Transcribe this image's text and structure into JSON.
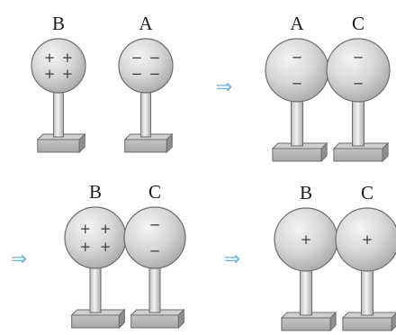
{
  "panels": [
    {
      "spheres": [
        {
          "label": "B",
          "charges": [
            "+",
            "+",
            "+",
            "+"
          ]
        },
        {
          "label": "A",
          "charges": [
            "−",
            "−",
            "−",
            "−"
          ]
        }
      ]
    },
    {
      "spheres": [
        {
          "label": "A",
          "charges": [
            "−",
            "−"
          ]
        },
        {
          "label": "C",
          "charges": [
            "−",
            "−"
          ]
        }
      ]
    },
    {
      "spheres": [
        {
          "label": "B",
          "charges": [
            "+",
            "+",
            "+",
            "+"
          ]
        },
        {
          "label": "C",
          "charges": [
            "−",
            "−"
          ]
        }
      ]
    },
    {
      "spheres": [
        {
          "label": "B",
          "charges": [
            "+"
          ]
        },
        {
          "label": "C",
          "charges": [
            "+"
          ]
        }
      ]
    }
  ],
  "arrows": [
    "⇒",
    "⇒",
    "⇒"
  ],
  "colors": {
    "arrow": "#6ab4dc",
    "sphere": "#d4d4d4",
    "outline": "#6d6d6d"
  }
}
